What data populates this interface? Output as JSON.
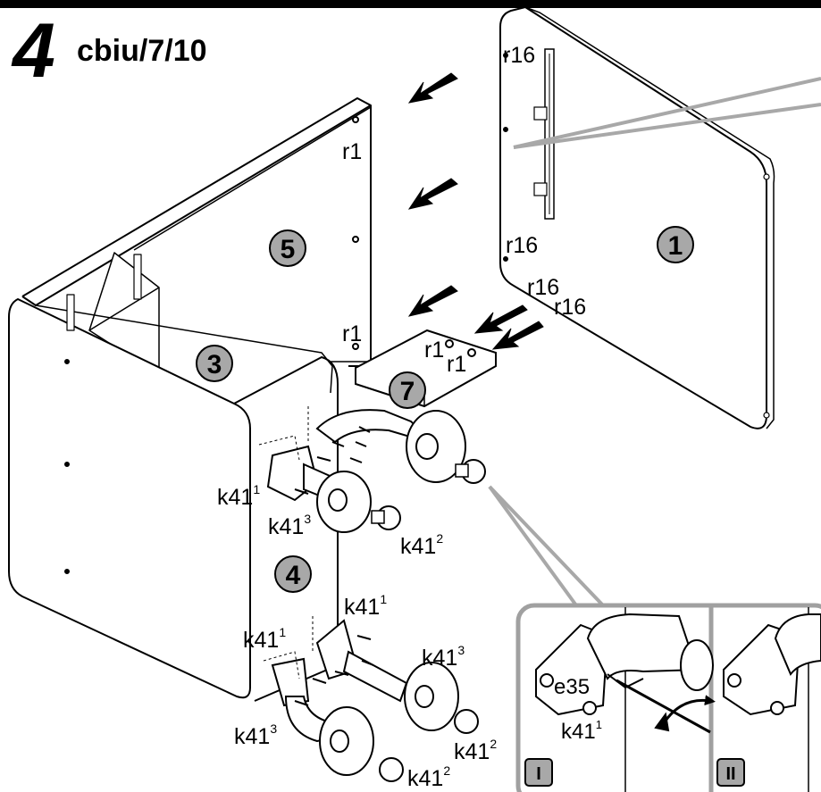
{
  "header": {
    "step_number": "4",
    "step_code": "cbiu/7/10"
  },
  "panels": {
    "p1": "1",
    "p3": "3",
    "p4": "4",
    "p5": "5",
    "p7": "7"
  },
  "parts": {
    "r16": "r16",
    "r1": "r1",
    "k41": "k41",
    "sup1": "1",
    "sup2": "2",
    "sup3": "3",
    "e35": "e35"
  },
  "detail": {
    "step_i": "I",
    "step_ii": "II"
  },
  "colors": {
    "panel_badge": "#a8a8a8",
    "detail_border": "#a0a0a0",
    "ink": "#000000"
  }
}
